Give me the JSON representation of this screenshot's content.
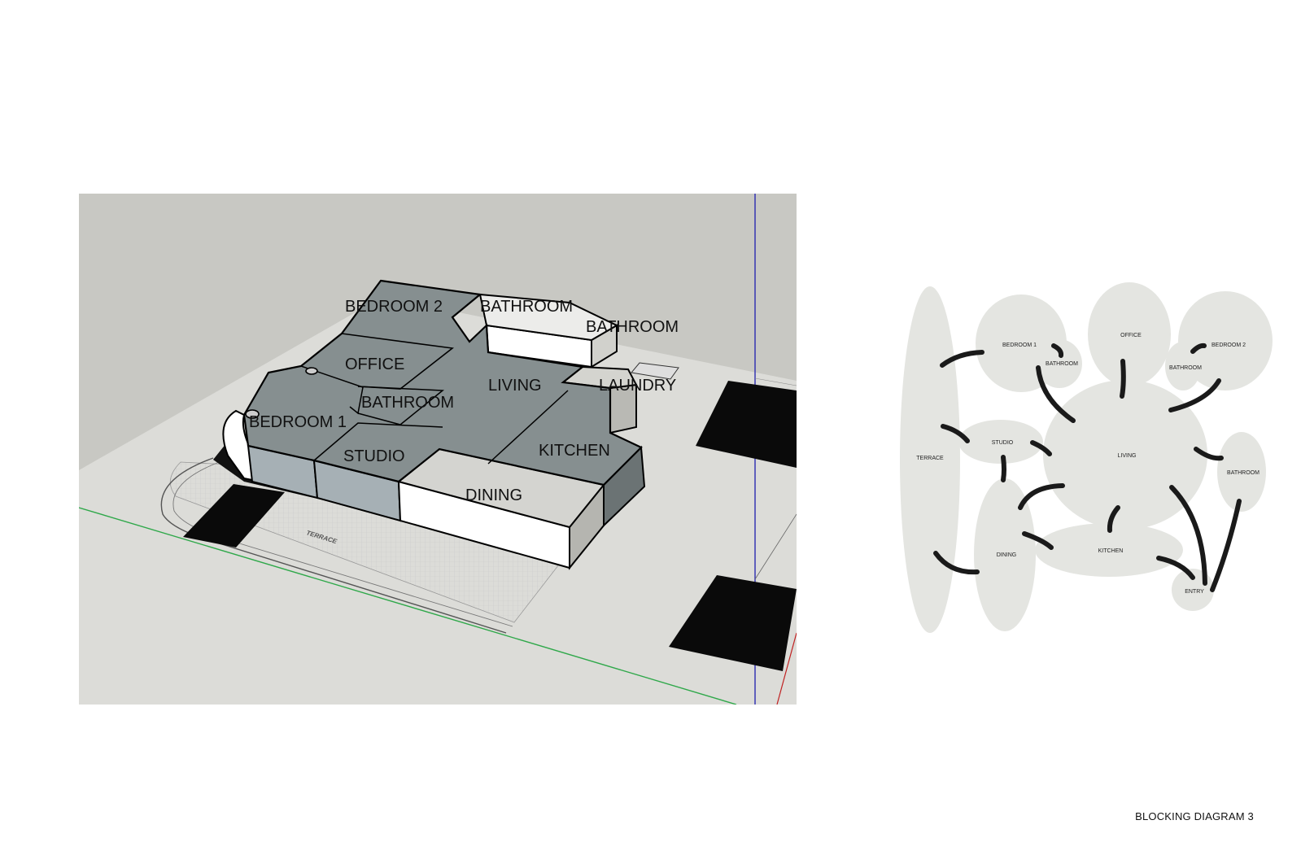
{
  "sheet_title": "BLOCKING DIAGRAM 3",
  "massing_model": {
    "rooms": {
      "bedroom_2": "BEDROOM 2",
      "bathroom_top": "BATHROOM",
      "bathroom_right": "BATHROOM",
      "office": "OFFICE",
      "living": "LIVING",
      "laundry": "LAUNDRY",
      "bathroom_mid": "BATHROOM",
      "bedroom_1": "BEDROOM 1",
      "studio": "STUDIO",
      "kitchen": "KITCHEN",
      "dining": "DINING"
    },
    "terrace": "TERRACE",
    "colors": {
      "background": "#c8c8c3",
      "ground": "#dcdcd8",
      "roof": "#868f90",
      "wall_blue": "#a6b0b5",
      "wall_white": "#ffffff",
      "axis_green": "#2fa84a",
      "axis_blue": "#2b2bb0",
      "axis_red": "#c02020"
    }
  },
  "bubble_diagram": {
    "bubbles": {
      "terrace": "TERRACE",
      "bedroom_1": "BEDROOM 1",
      "bathroom_1": "BATHROOM",
      "office": "OFFICE",
      "bathroom_2": "BATHROOM",
      "bedroom_2": "BEDROOM 2",
      "studio": "STUDIO",
      "living": "LIVING",
      "bathroom_3": "BATHROOM",
      "dining": "DINING",
      "kitchen": "KITCHEN",
      "entry": "ENTRY"
    },
    "colors": {
      "bubble": "#e4e5e1",
      "connector": "#1a1a1a"
    }
  }
}
